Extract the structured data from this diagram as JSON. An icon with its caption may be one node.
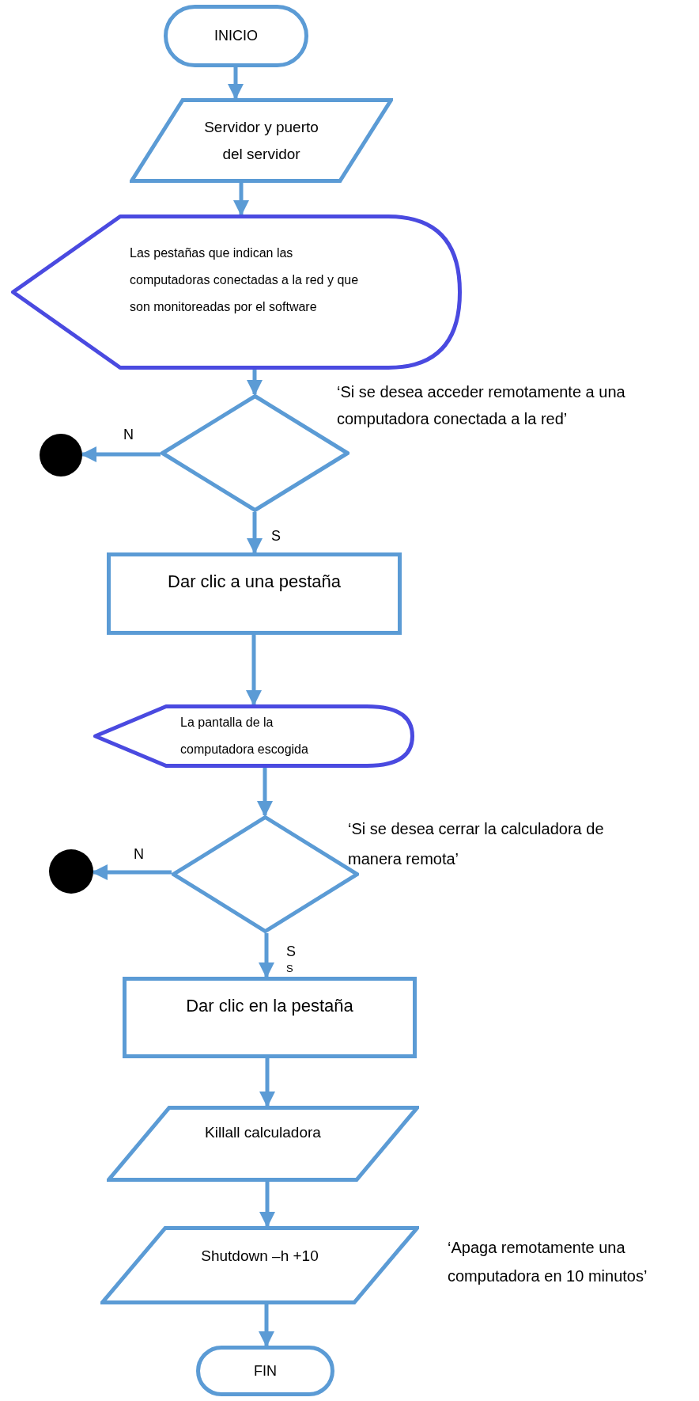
{
  "diagram": {
    "nodes": [
      {
        "text": [
          "INICIO"
        ]
      },
      {
        "text": [
          "Servidor y puerto del servidor"
        ]
      },
      {
        "text": [
          "Las pestañas que indican las computadoras conectadas a la red y que son monitoreadas por el software"
        ]
      },
      {
        "text": [],
        "shape": "diamond",
        "beside": [
          "‘Si se desea acceder remotamente a una computadora conectada a la red’"
        ]
      },
      {
        "text": [],
        "shape": "circle"
      },
      {
        "text": [
          "Dar clic a una pestaña"
        ]
      },
      {
        "text": [
          "La pantalla de la computadora escogida"
        ]
      },
      {
        "text": [],
        "shape": "diamond",
        "beside": [
          "‘Si se desea cerrar la calculadora de manera remota’"
        ]
      },
      {
        "text": [],
        "shape": "circle"
      },
      {
        "text": [
          "Dar clic en la pestaña"
        ]
      },
      {
        "text": [
          "Killall calculadora"
        ]
      },
      {
        "text": [
          "Shutdown –h +10"
        ],
        "beside": [
          "‘Apaga remotamente una computadora en 10 minutos’"
        ]
      },
      {
        "text": [
          "FIN"
        ]
      }
    ],
    "edges": [
      {
        "from": 0,
        "to": 1,
        "arrow": "to"
      },
      {
        "from": 1,
        "to": 2,
        "arrow": "to"
      },
      {
        "from": 2,
        "to": 3,
        "arrow": "to"
      },
      {
        "from": 3,
        "to": 4,
        "arrow": "to",
        "label": "N"
      },
      {
        "from": 3,
        "to": 5,
        "arrow": "to",
        "label": "S"
      },
      {
        "from": 5,
        "to": 6,
        "arrow": "to"
      },
      {
        "from": 6,
        "to": 7,
        "arrow": "to"
      },
      {
        "from": 7,
        "to": 8,
        "arrow": "to",
        "label": "N"
      },
      {
        "from": 7,
        "to": 9,
        "arrow": "to",
        "label": "S"
      },
      {
        "from": 9,
        "to": 10,
        "arrow": "to"
      },
      {
        "from": 10,
        "to": 11,
        "arrow": "to"
      },
      {
        "from": 11,
        "to": 12,
        "arrow": "to"
      }
    ],
    "labels": [
      "S"
    ]
  }
}
